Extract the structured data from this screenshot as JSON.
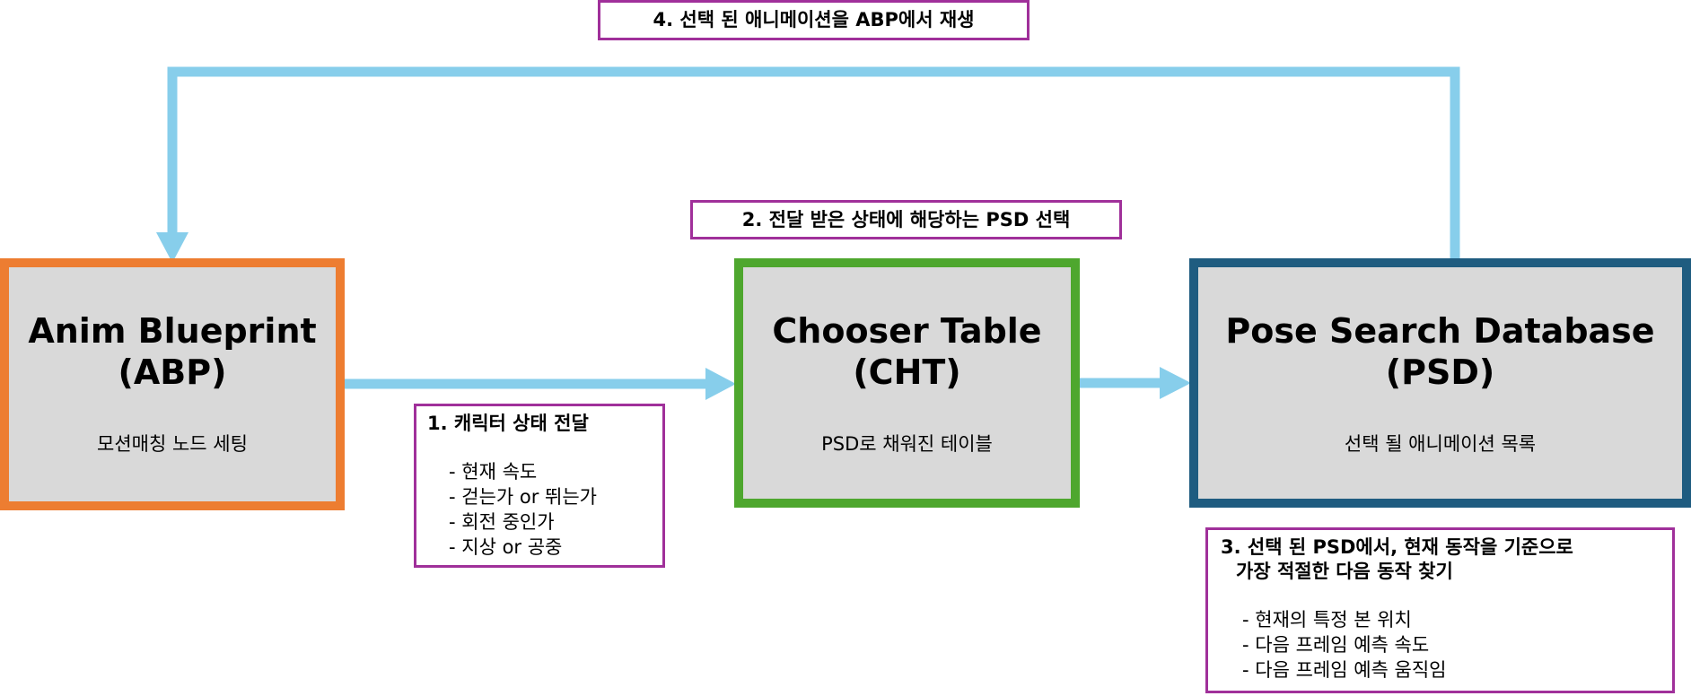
{
  "colors": {
    "arrow": "#87ceeb",
    "abp_border": "#ed7d31",
    "cht_border": "#4ea72e",
    "psd_border": "#1f5c80",
    "note_border": "#a0309a",
    "node_fill": "#d9d9d9"
  },
  "nodes": {
    "abp": {
      "title_line1": "Anim Blueprint",
      "title_line2": "(ABP)",
      "desc": "모션매칭 노드 세팅"
    },
    "cht": {
      "title_line1": "Chooser Table",
      "title_line2": "(CHT)",
      "desc": "PSD로 채워진 테이블"
    },
    "psd": {
      "title_line1": "Pose Search Database",
      "title_line2": "(PSD)",
      "desc": "선택 될 애니메이션 목록"
    }
  },
  "notes": {
    "step1": {
      "heading": "1. 캐릭터 상태 전달",
      "items": [
        "- 현재 속도",
        "- 걷는가 or 뛰는가",
        "- 회전 중인가",
        "- 지상 or 공중"
      ]
    },
    "step2": {
      "heading": "2. 전달 받은 상태에 해당하는 PSD 선택"
    },
    "step3": {
      "heading_line1": "3. 선택 된 PSD에서, 현재 동작을 기준으로",
      "heading_line2": "가장 적절한 다음 동작 찾기",
      "items": [
        "- 현재의 특정 본 위치",
        "- 다음 프레임 예측 속도",
        "- 다음 프레임 예측 움직임"
      ]
    },
    "step4": {
      "heading": "4. 선택 된 애니메이션을 ABP에서 재생"
    }
  }
}
